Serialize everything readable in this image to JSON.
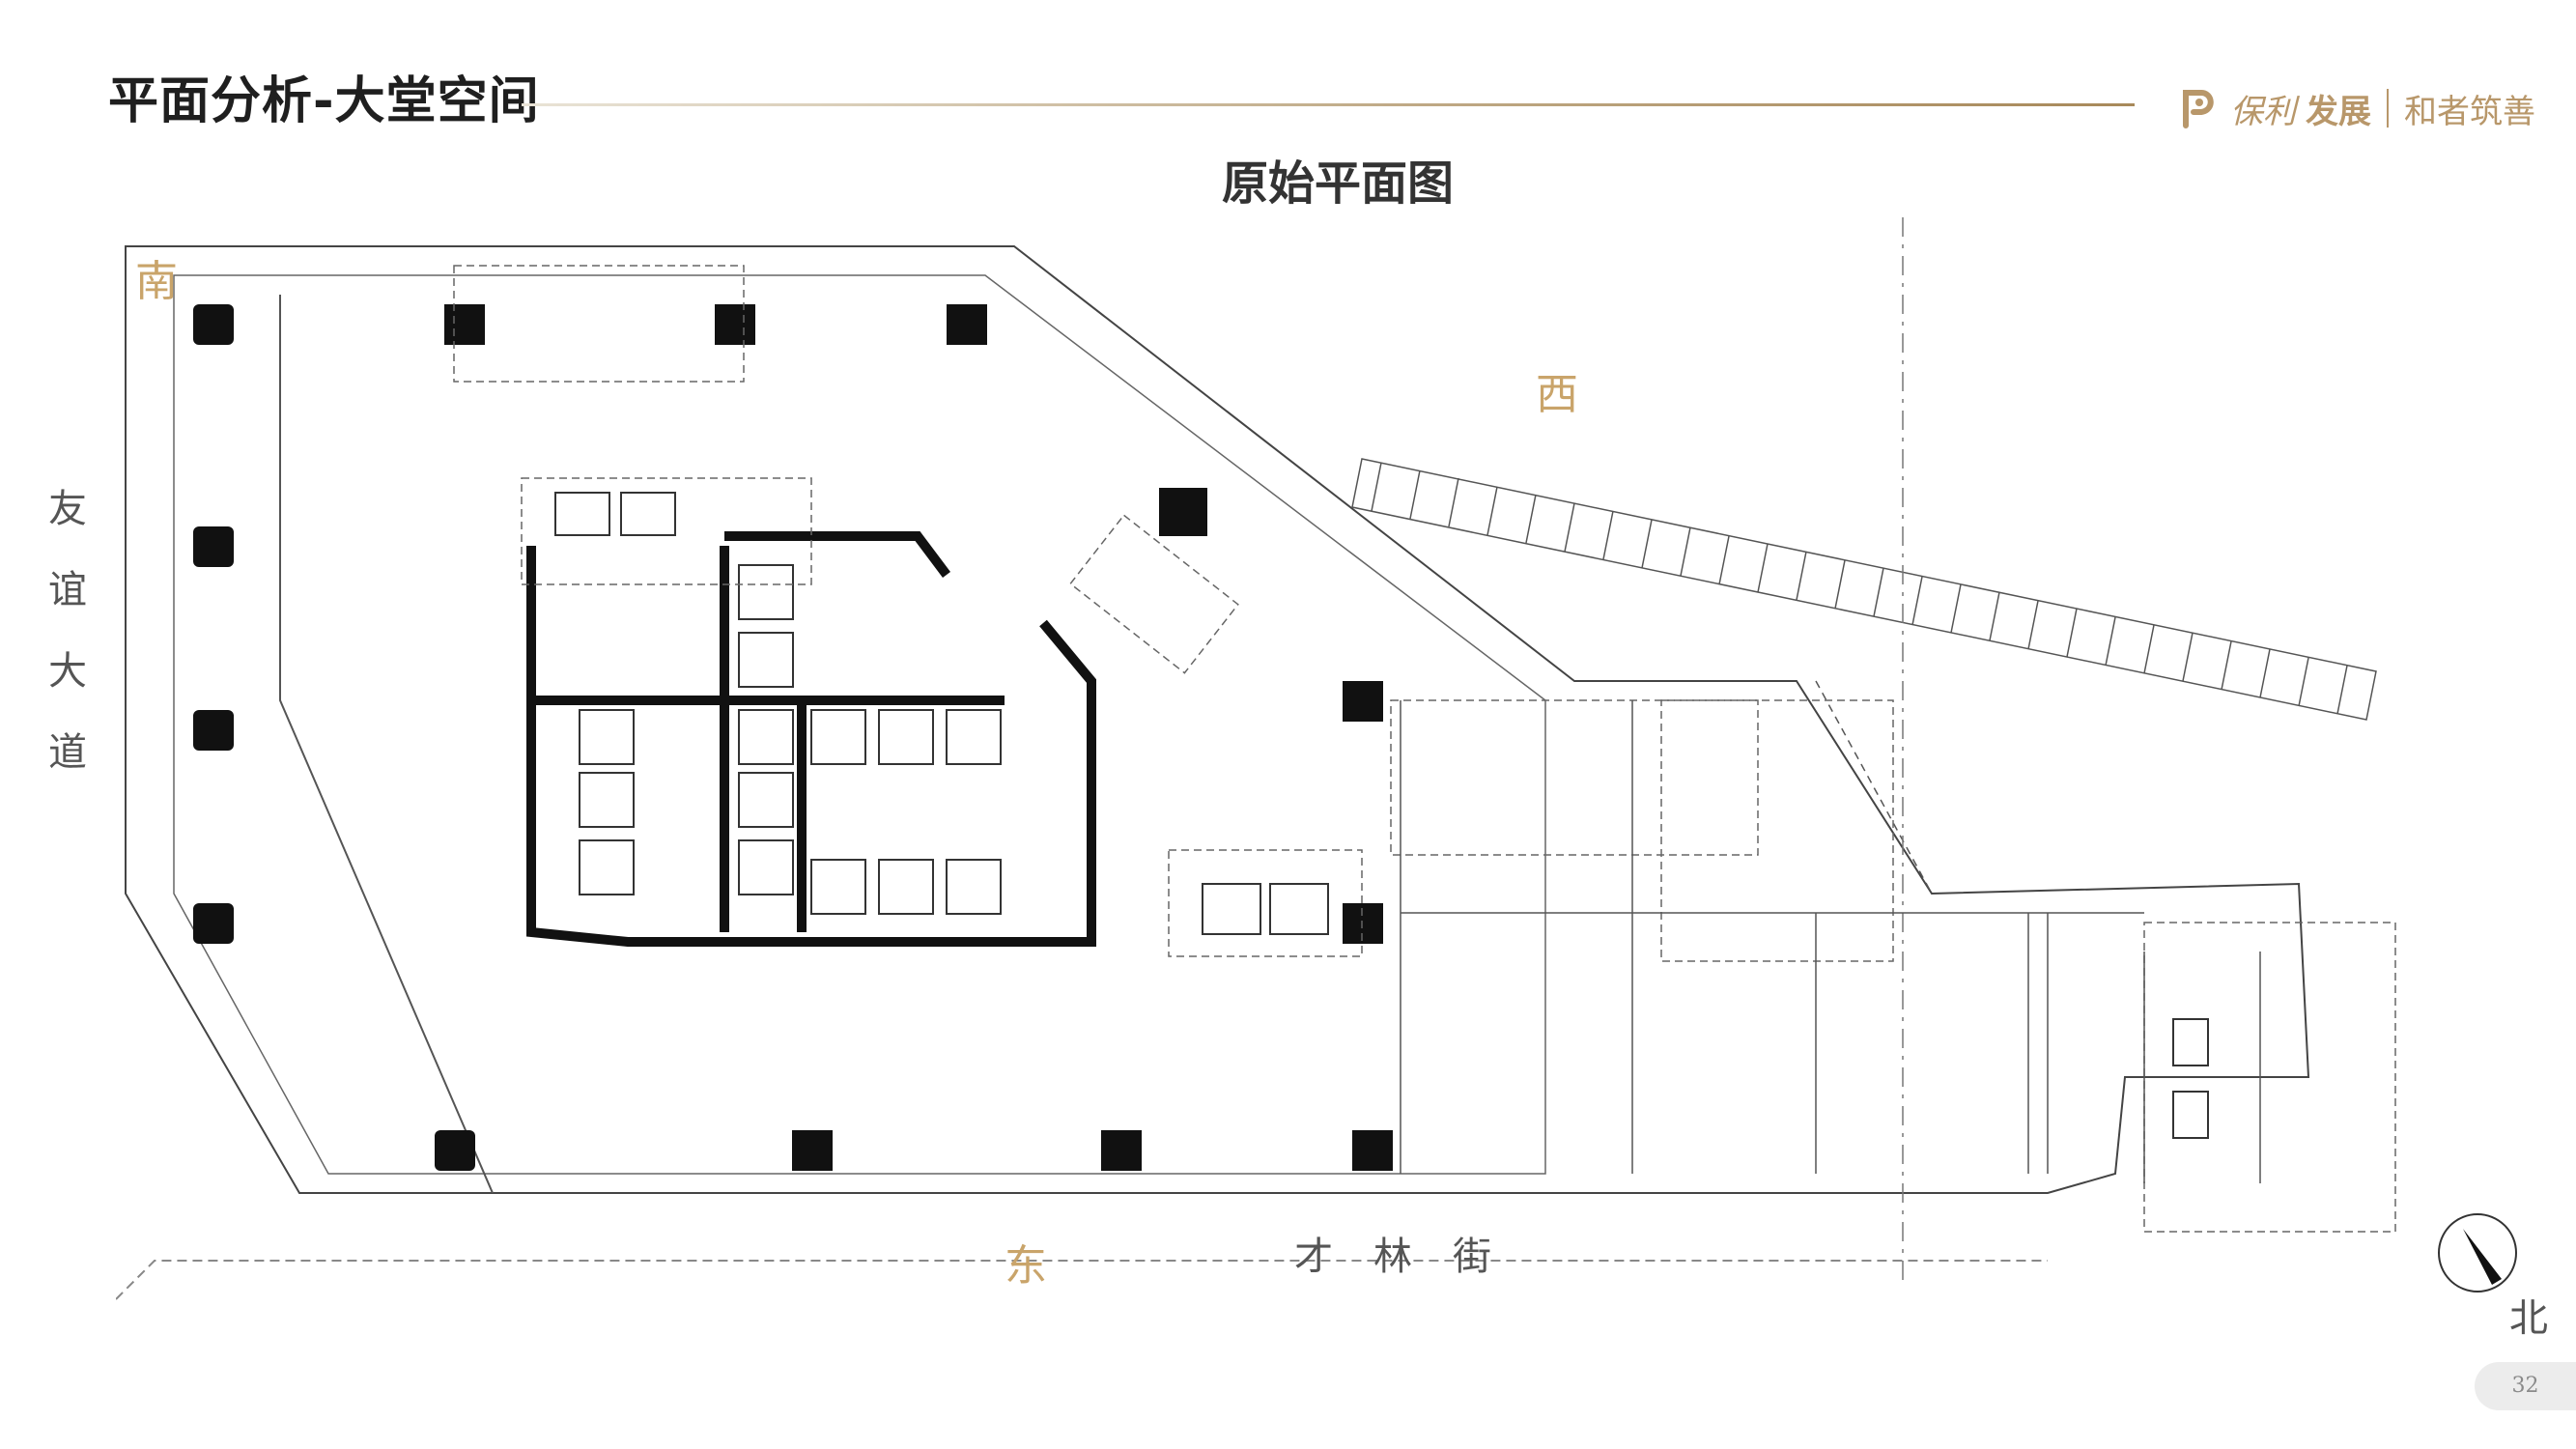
{
  "header": {
    "title": "平面分析-大堂空间",
    "brand_name": "保利",
    "brand_sub": "发展",
    "slogan": "和者筑善",
    "brand_color": "#b8976a"
  },
  "diagram": {
    "title": "原始平面图"
  },
  "directions": {
    "south": "南",
    "west": "西",
    "east": "东",
    "north": "北"
  },
  "streets": {
    "left_vertical": "友谊大道",
    "bottom": "才林街"
  },
  "page": {
    "number": "32"
  },
  "icons": {
    "brand_logo": "brand-logo-icon",
    "compass": "north-compass-icon"
  }
}
